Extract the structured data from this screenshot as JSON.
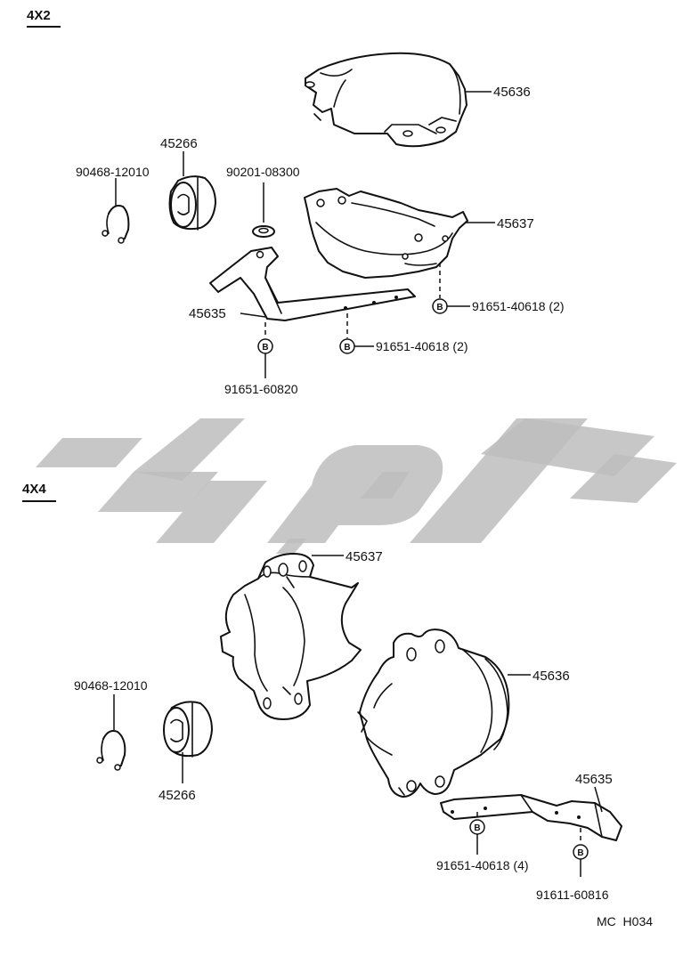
{
  "sections": {
    "top": "4X2",
    "bottom": "4X4"
  },
  "top_labels": {
    "p45636": "45636",
    "p45266": "45266",
    "p90468": "90468-12010",
    "p90201": "90201-08300",
    "p45637": "45637",
    "p45635": "45635",
    "bolt_a": "91651-40618 (2)",
    "bolt_b": "91651-40618 (2)",
    "bolt_c": "91651-60820"
  },
  "bottom_labels": {
    "p45637": "45637",
    "p45636": "45636",
    "p90468": "90468-12010",
    "p45266": "45266",
    "p45635": "45635",
    "bolt_a": "91651-40618 (4)",
    "bolt_b": "91611-60816"
  },
  "bolt_marker": "B",
  "footer_code": "MC  H034",
  "colors": {
    "line": "#111111",
    "watermark": "#bdbdbd"
  }
}
